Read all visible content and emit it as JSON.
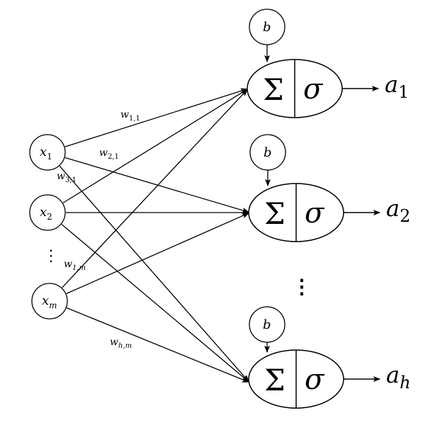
{
  "inputs": [
    {
      "label": "x",
      "sub": "1"
    },
    {
      "label": "x",
      "sub": "2"
    },
    {
      "label": "x",
      "sub": "m"
    }
  ],
  "input_ellipsis": "⋮",
  "neurons": [
    {
      "bias": "b",
      "sum": "Σ",
      "activation": "σ",
      "output": "a",
      "output_sub": "1"
    },
    {
      "bias": "b",
      "sum": "Σ",
      "activation": "σ",
      "output": "a",
      "output_sub": "2"
    },
    {
      "bias": "b",
      "sum": "Σ",
      "activation": "σ",
      "output": "a",
      "output_sub": "h"
    }
  ],
  "neuron_ellipsis": "⋮",
  "weights": [
    {
      "label": "w",
      "sub": "1,1"
    },
    {
      "label": "w",
      "sub": "2,1"
    },
    {
      "label": "w",
      "sub": "3,1"
    },
    {
      "label": "w",
      "sub": "1,m"
    },
    {
      "label": "w",
      "sub": "h,m"
    }
  ]
}
